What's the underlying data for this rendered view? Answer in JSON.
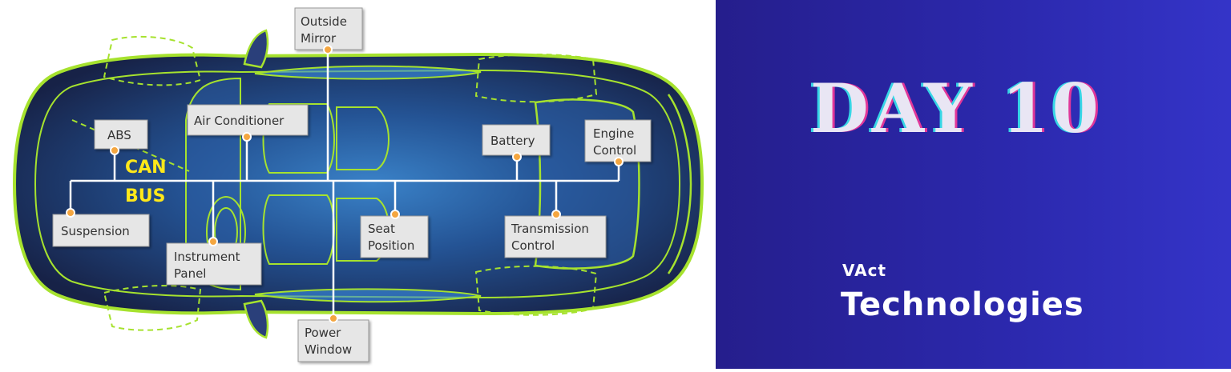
{
  "diagram": {
    "can_bus": {
      "line1": "CAN",
      "line2": "BUS"
    },
    "labels": {
      "outside_mirror": [
        "Outside",
        "Mirror"
      ],
      "abs": [
        "ABS"
      ],
      "air_conditioner": [
        "Air Conditioner"
      ],
      "battery": [
        "Battery"
      ],
      "engine_control": [
        "Engine",
        "Control"
      ],
      "suspension": [
        "Suspension"
      ],
      "instrument_panel": [
        "Instrument",
        "Panel"
      ],
      "seat_position": [
        "Seat",
        "Position"
      ],
      "transmission_control": [
        "Transmission",
        "Control"
      ],
      "power_window": [
        "Power",
        "Window"
      ]
    },
    "colors": {
      "car_outline": "#a6e22e",
      "car_body": "#1b2b57",
      "car_glow": "#2d6cb2",
      "bus_line": "#ffffff",
      "node": "#f4a640",
      "label_box": "#e6e6e6",
      "can_text": "#ffe81a"
    }
  },
  "banner": {
    "title": "DAY 10",
    "brand_small": "VAct",
    "brand_large": "Technologies",
    "colors": {
      "background": "#2b28ac",
      "title": "#e9e6f4",
      "shadow_cyan": "#37d6e6",
      "shadow_pink": "#e0379a"
    }
  }
}
